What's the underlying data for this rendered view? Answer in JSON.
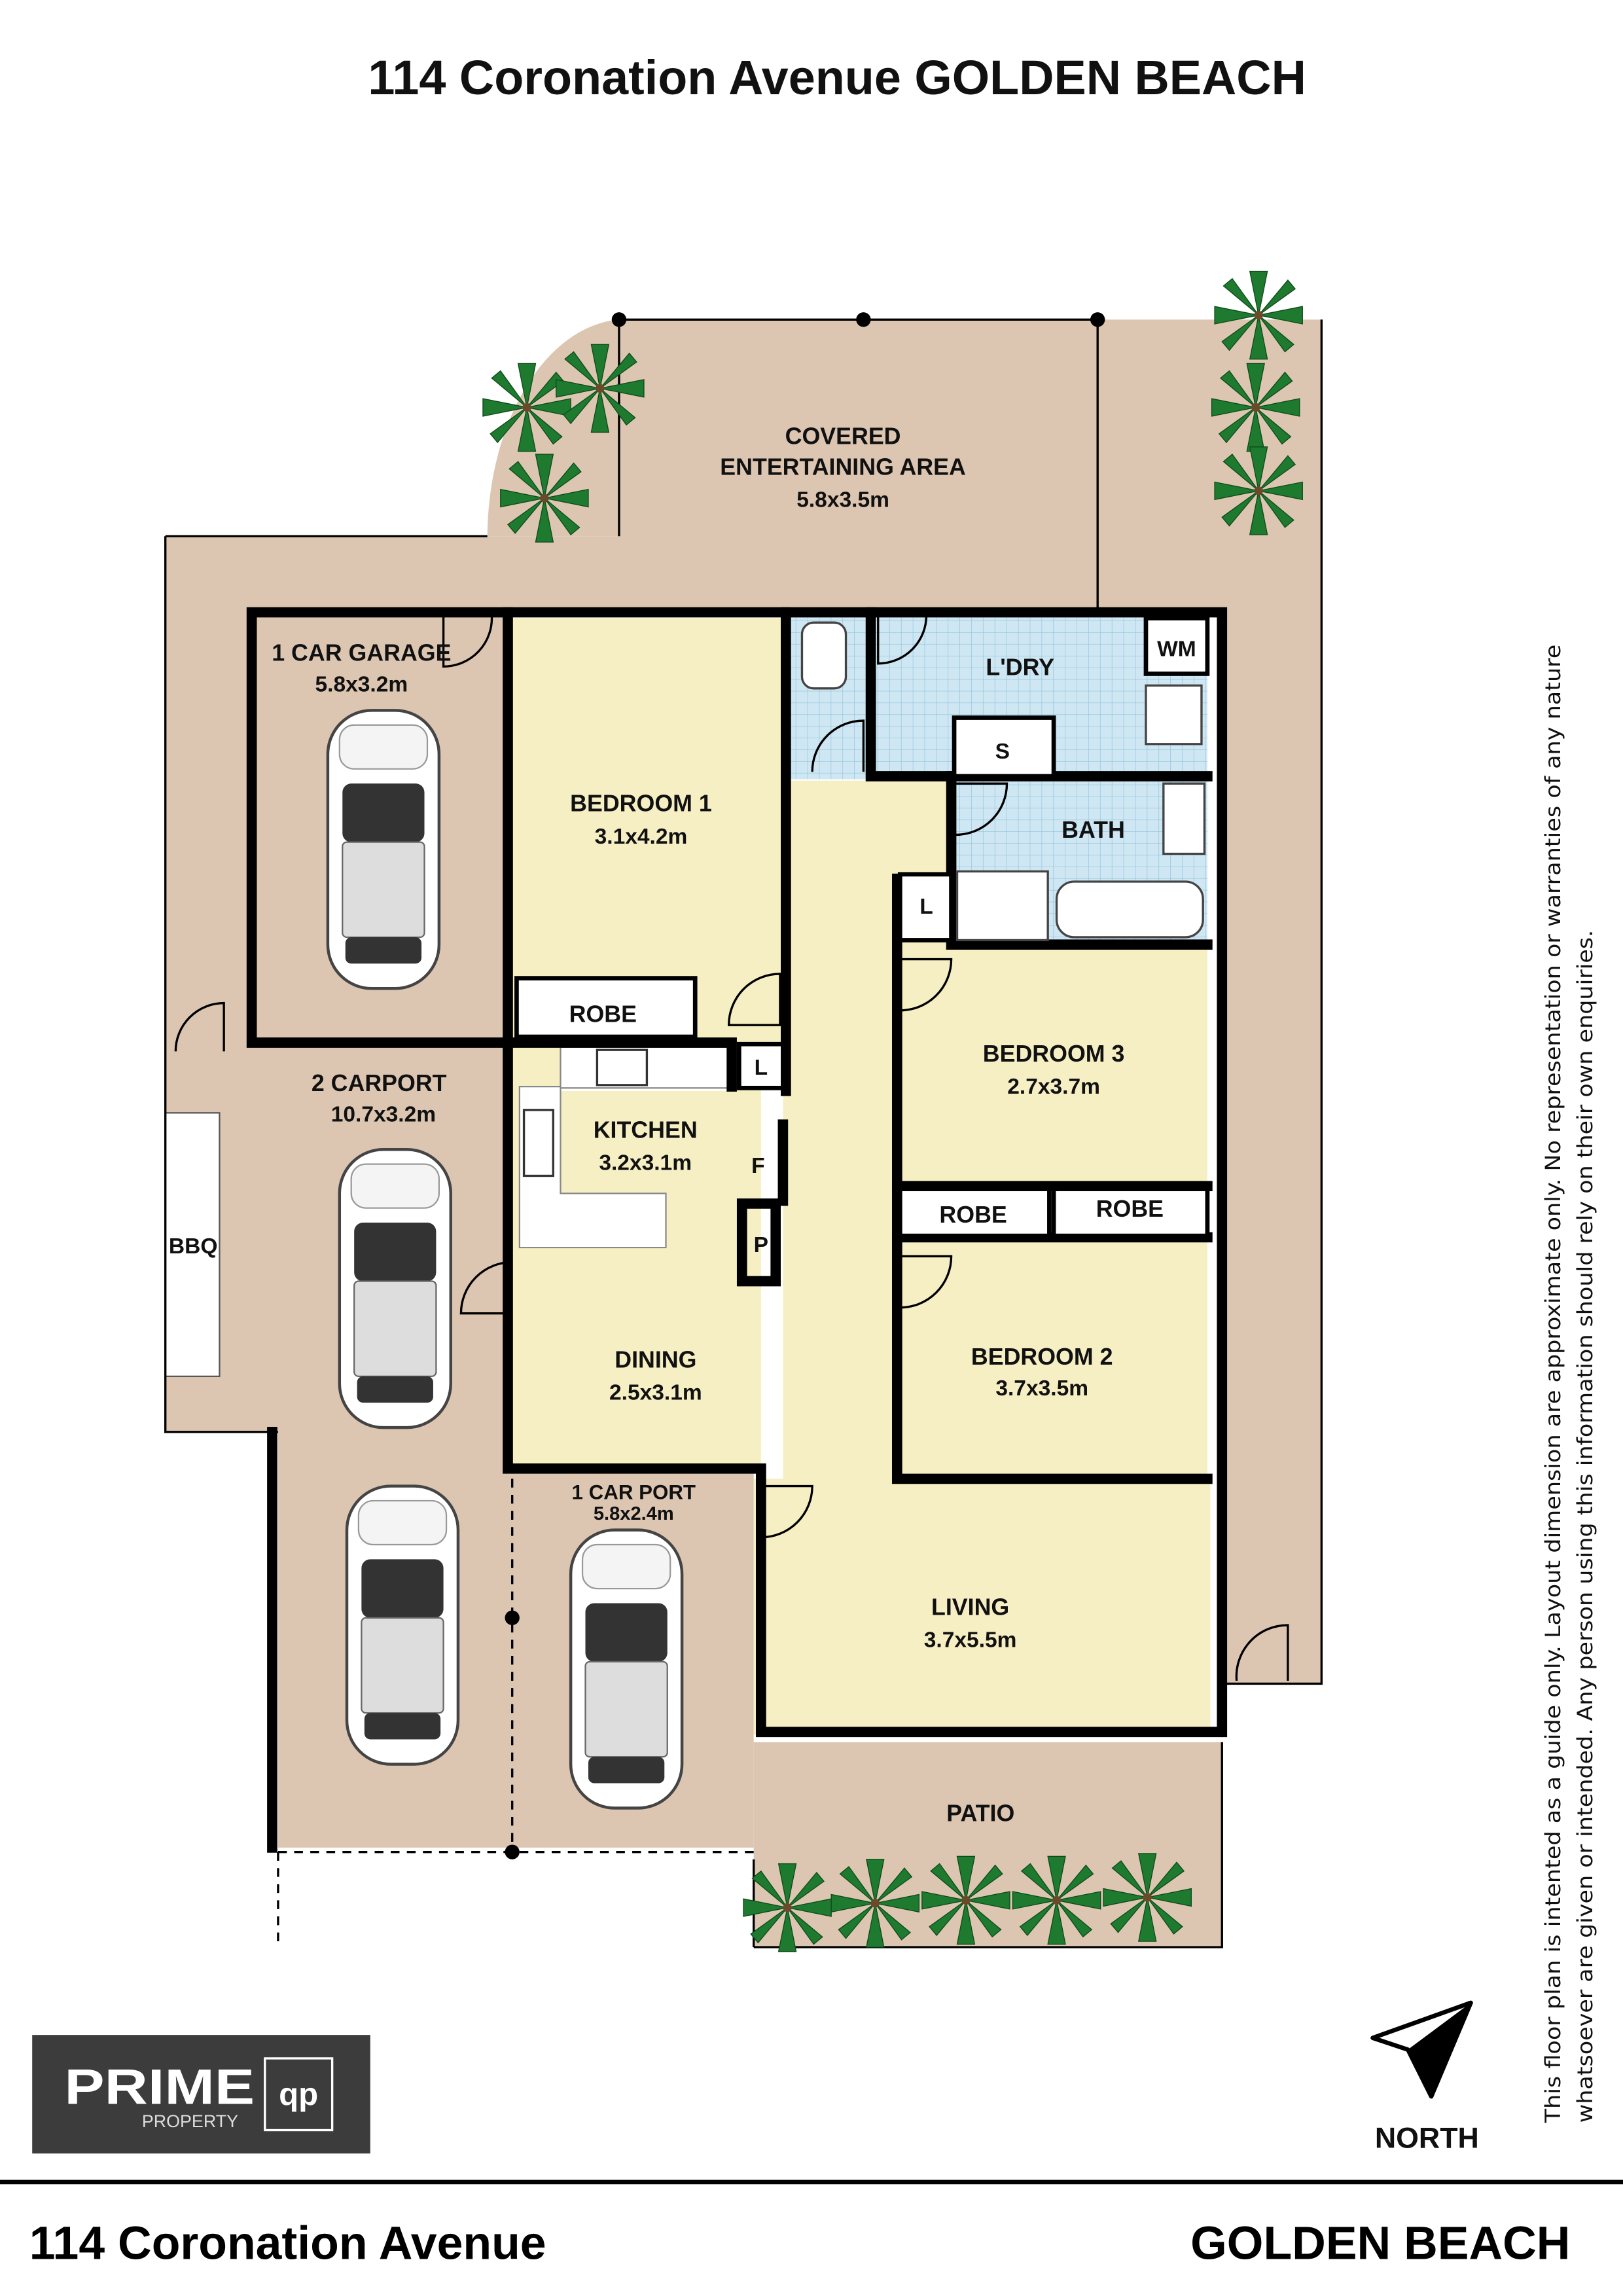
{
  "header": {
    "title": "114 Coronation Avenue GOLDEN BEACH"
  },
  "rooms": {
    "covered": {
      "name_line1": "COVERED",
      "name_line2": "ENTERTAINING AREA",
      "size": "5.8x3.5m"
    },
    "garage": {
      "name": "1 CAR GARAGE",
      "size": "5.8x3.2m"
    },
    "bedroom1": {
      "name": "BEDROOM 1",
      "size": "3.1x4.2m"
    },
    "laundry": {
      "name": "L'DRY"
    },
    "wm": {
      "name": "WM"
    },
    "s": {
      "name": "S"
    },
    "bath": {
      "name": "BATH"
    },
    "linen1": {
      "name": "L"
    },
    "linen2": {
      "name": "L"
    },
    "robe1": {
      "name": "ROBE"
    },
    "bedroom3": {
      "name": "BEDROOM 3",
      "size": "2.7x3.7m"
    },
    "robe2": {
      "name": "ROBE"
    },
    "robe3": {
      "name": "ROBE"
    },
    "carport2": {
      "name": "2 CARPORT",
      "size": "10.7x3.2m"
    },
    "kitchen": {
      "name": "KITCHEN",
      "size": "3.2x3.1m"
    },
    "fridge": {
      "name": "F"
    },
    "pantry": {
      "name": "P"
    },
    "bbq": {
      "name": "BBQ"
    },
    "bedroom2": {
      "name": "BEDROOM 2",
      "size": "3.7x3.5m"
    },
    "dining": {
      "name": "DINING",
      "size": "2.5x3.1m"
    },
    "carport1": {
      "name": "1 CAR PORT",
      "size": "5.8x2.4m"
    },
    "living": {
      "name": "LIVING",
      "size": "3.7x5.5m"
    },
    "patio": {
      "name": "PATIO"
    }
  },
  "compass": {
    "label": "NORTH"
  },
  "disclaimer": {
    "line1": "This floor plan is intented as a guide only. Layout dimension are approximate only. No representation or warranties of any nature",
    "line2": "whatsoever are given or intended. Any person using this information should rely on their own enquiries."
  },
  "logo": {
    "brand": "PRIME",
    "sub": "PROPERTY",
    "mark": "qp"
  },
  "footer": {
    "address": "114 Coronation Avenue",
    "suburb": "GOLDEN BEACH"
  },
  "colors": {
    "tan": "#dcc6b2",
    "room": "#f7efc4",
    "wet": "#cfe7f3",
    "logo_bg": "#3c3c3c",
    "palm": "#1e7a2e"
  }
}
